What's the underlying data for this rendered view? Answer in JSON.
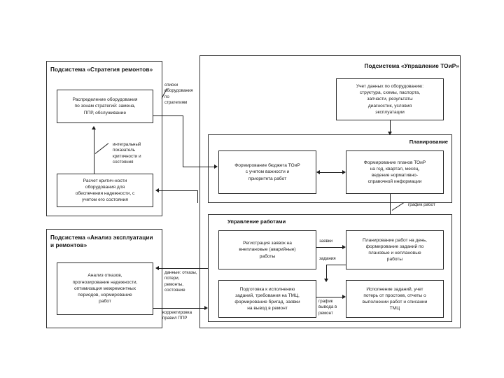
{
  "diagram": {
    "panels": [
      {
        "id": "strategy",
        "title": "Подсистема «Стратегия ремонтов»"
      },
      {
        "id": "analysis",
        "title": "Подсистема «Анализ эксплуатации\nи ремонтов»"
      },
      {
        "id": "eam",
        "title": "Подсистема «Управление ТОиР»"
      }
    ],
    "groups": [
      {
        "id": "planning",
        "title": "Планирование"
      },
      {
        "id": "workmgmt",
        "title": "Управление работами"
      }
    ],
    "boxes": [
      {
        "id": "distribution",
        "text": "Распределение оборудования\nпо зонам стратегий: замена,\nППР, обслуживание"
      },
      {
        "id": "criticality",
        "text": "Расчет критич-ности\nоборудования для\nобеспечения надежности, с\nучетом его состояния"
      },
      {
        "id": "failure-analysis",
        "text": "Анализ отказов,\nпрогнозирование надежности,\nоптимизация межремонтных\nпериодов, нормирование\nработ"
      },
      {
        "id": "equipment-data",
        "text": "Учет данных по оборудованию:\nструктура, схемы, паспорта,\nзапчасти, результаты\nдиагностик, условия\nэксплуатации"
      },
      {
        "id": "budget",
        "text": "Формирование бюджета ТОиР\nс учетом важности и\nприоритета работ"
      },
      {
        "id": "plans",
        "text": "Формирование планов ТОиР\nна год, квартал, месяц,\nведение нормативно-\nсправочной информации"
      },
      {
        "id": "requests",
        "text": "Регистрация заявок на\nвнеплановые (аварийные)\nработы"
      },
      {
        "id": "day-planning",
        "text": "Планирование работ на день,\nформирование заданий по\nплановые и неплановые\nработы"
      },
      {
        "id": "preparation",
        "text": "Подготовка к исполнению\nзаданий, требования на ТМЦ,\nформирование бригад, заявки\nна вывод в ремонт"
      },
      {
        "id": "execution",
        "text": "Исполнение заданий, учет\nпотерь от простоев, отчеты о\nвыполнении работ и списании\nТМЦ"
      }
    ],
    "edge_labels": [
      {
        "id": "equipment-lists",
        "text": "списки\nоборудования\nпо\nстратегиям"
      },
      {
        "id": "integral-index",
        "text": "интегральный\nпоказатель\nкритичности и\nсостояния"
      },
      {
        "id": "failure-data",
        "text": "данные: отказы,\nпотери,\nремонты,\nсостояние"
      },
      {
        "id": "ppr-correction",
        "text": "корректировка\nправил ППР"
      },
      {
        "id": "work-schedule",
        "text": "график работ"
      },
      {
        "id": "applications",
        "text": "заявки"
      },
      {
        "id": "tasks",
        "text": "задания"
      },
      {
        "id": "repair-schedule",
        "text": "график\nвывода в\nремонт"
      }
    ],
    "colors": {
      "line": "#1d1d1d",
      "border": "#333333",
      "background": "#ffffff",
      "text": "#1b1b1b"
    }
  }
}
